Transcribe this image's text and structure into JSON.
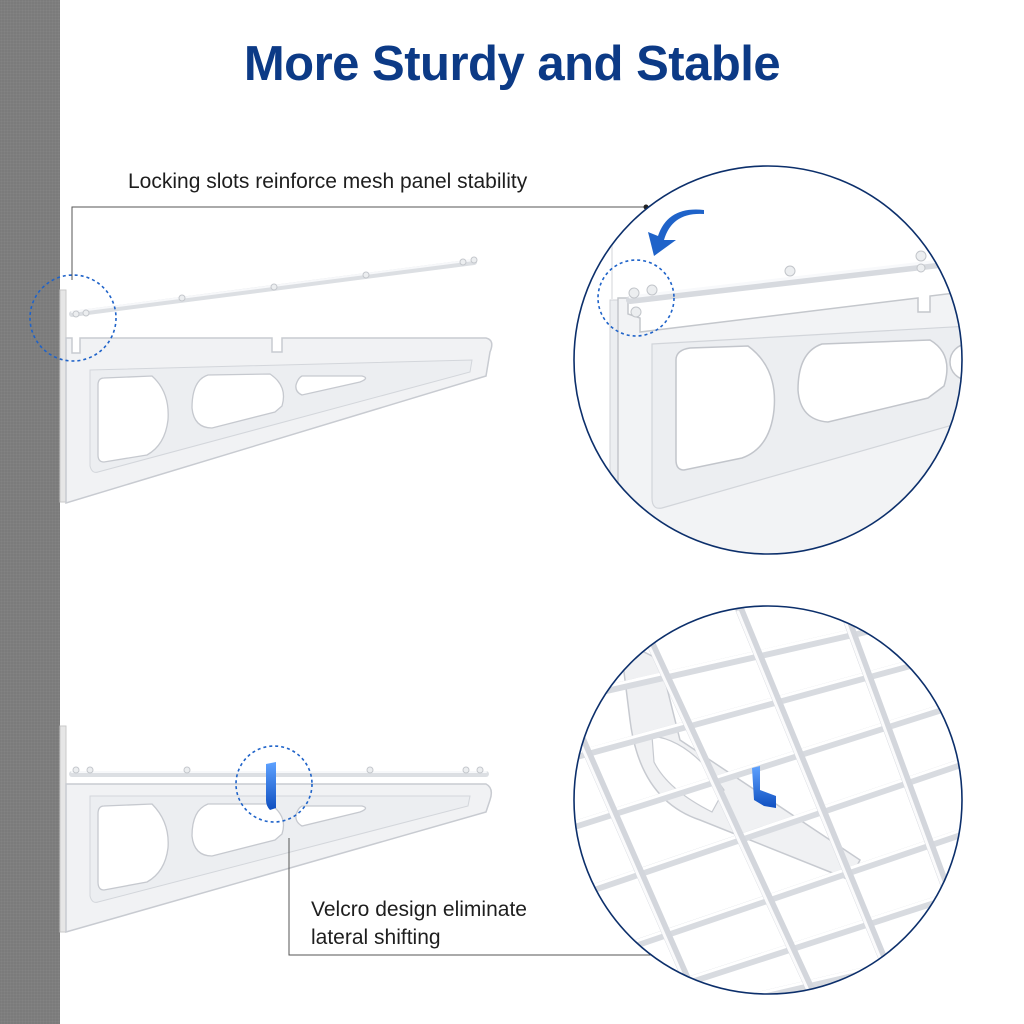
{
  "page": {
    "title": "More Sturdy and Stable",
    "accent_color": "#0c3a86",
    "highlight_color": "#1f63c9",
    "wall_color": "#7b7b7b"
  },
  "callouts": [
    {
      "text": "Locking slots reinforce mesh panel stability"
    },
    {
      "lines": [
        "Velcro design eliminate",
        "lateral shifting"
      ]
    }
  ],
  "illustrations": {
    "top_bracket": "wall-bracket-with-rail",
    "top_zoom": "locking-slot-closeup",
    "bottom_bracket": "wall-bracket-with-velcro",
    "bottom_zoom": "mesh-panel-velcro-closeup",
    "arrow_icon": "curved-arrow-icon"
  }
}
